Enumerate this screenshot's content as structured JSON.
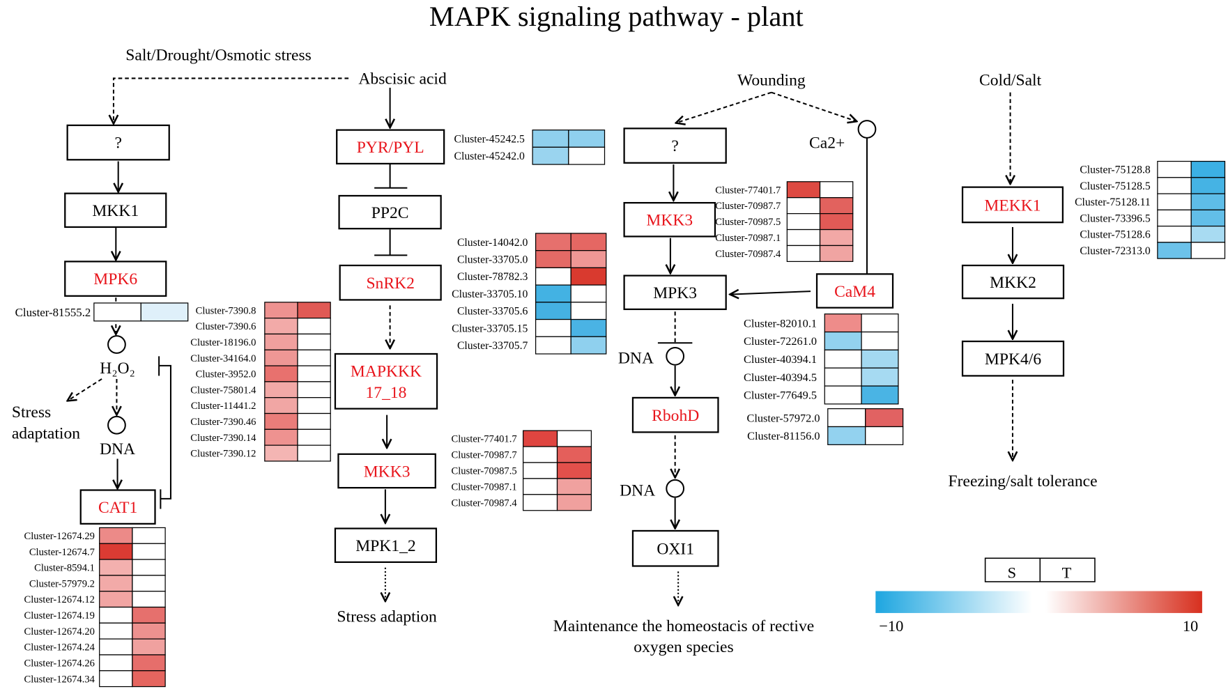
{
  "title": "MAPK signaling pathway - plant",
  "stimuli": {
    "salt_drought": "Salt/Drought/Osmotic stress",
    "abscisic_acid": "Abscisic acid",
    "wounding": "Wounding",
    "cold_salt": "Cold/Salt",
    "ca2": "Ca2+"
  },
  "nodes": {
    "unknown_left": {
      "label": "?",
      "highlighted": false
    },
    "mkk1": {
      "label": "MKK1",
      "highlighted": false
    },
    "mpk6": {
      "label": "MPK6",
      "highlighted": true
    },
    "cat1": {
      "label": "CAT1",
      "highlighted": true
    },
    "pyr_pyl": {
      "label": "PYR/PYL",
      "highlighted": true
    },
    "pp2c": {
      "label": "PP2C",
      "highlighted": false
    },
    "snrk2": {
      "label": "SnRK2",
      "highlighted": true
    },
    "mapkkk17_18": {
      "label_line1": "MAPKKK",
      "label_line2": "17_18",
      "highlighted": true
    },
    "mkk3_aba": {
      "label": "MKK3",
      "highlighted": true
    },
    "mpk1_2": {
      "label": "MPK1_2",
      "highlighted": false
    },
    "unknown_wound": {
      "label": "?",
      "highlighted": false
    },
    "mkk3_wound": {
      "label": "MKK3",
      "highlighted": true
    },
    "mpk3": {
      "label": "MPK3",
      "highlighted": false
    },
    "cam4": {
      "label": "CaM4",
      "highlighted": true
    },
    "rbohd": {
      "label": "RbohD",
      "highlighted": true
    },
    "oxi1": {
      "label": "OXI1",
      "highlighted": false
    },
    "mekk1": {
      "label": "MEKK1",
      "highlighted": true
    },
    "mkk2": {
      "label": "MKK2",
      "highlighted": false
    },
    "mpk4_6": {
      "label": "MPK4/6",
      "highlighted": false
    }
  },
  "intermediates": {
    "h2o2": "H₂O₂",
    "dna_left": "DNA",
    "dna_mid": "DNA",
    "dna_lower": "DNA"
  },
  "outcomes": {
    "stress_adaptation_line1": "Stress",
    "stress_adaptation_line2": "adaptation",
    "stress_adaption": "Stress adaption",
    "ros_line1": "Maintenance the homeostacis of rective",
    "ros_line2": "oxygen species",
    "freezing": "Freezing/salt tolerance"
  },
  "heatmaps": {
    "mpk6_row": {
      "rows": [
        {
          "cluster": "Cluster-81555.2",
          "S": "#ffffff",
          "T": "#dff0fa"
        }
      ]
    },
    "h2o2_mpk6": {
      "rows": [
        {
          "cluster": "Cluster-7390.8",
          "S": "#ee9290",
          "T": "#e05a55"
        },
        {
          "cluster": "Cluster-7390.6",
          "S": "#f2aaa8",
          "T": "#ffffff"
        },
        {
          "cluster": "Cluster-18196.0",
          "S": "#f0a09e",
          "T": "#ffffff"
        },
        {
          "cluster": "Cluster-34164.0",
          "S": "#ee9795",
          "T": "#ffffff"
        },
        {
          "cluster": "Cluster-3952.0",
          "S": "#e8716e",
          "T": "#ffffff"
        },
        {
          "cluster": "Cluster-75801.4",
          "S": "#f2a9a7",
          "T": "#ffffff"
        },
        {
          "cluster": "Cluster-11441.2",
          "S": "#f1a6a4",
          "T": "#ffffff"
        },
        {
          "cluster": "Cluster-7390.46",
          "S": "#ea7d7a",
          "T": "#ffffff"
        },
        {
          "cluster": "Cluster-7390.14",
          "S": "#ee9290",
          "T": "#ffffff"
        },
        {
          "cluster": "Cluster-7390.12",
          "S": "#f4b5b3",
          "T": "#ffffff"
        }
      ]
    },
    "cat1": {
      "rows": [
        {
          "cluster": "Cluster-12674.29",
          "S": "#ec8a88",
          "T": "#ffffff"
        },
        {
          "cluster": "Cluster-12674.7",
          "S": "#db3b33",
          "T": "#ffffff"
        },
        {
          "cluster": "Cluster-8594.1",
          "S": "#f3b0ae",
          "T": "#ffffff"
        },
        {
          "cluster": "Cluster-57979.2",
          "S": "#f2aaa8",
          "T": "#ffffff"
        },
        {
          "cluster": "Cluster-12674.12",
          "S": "#f1a5a3",
          "T": "#ffffff"
        },
        {
          "cluster": "Cluster-12674.19",
          "S": "#ffffff",
          "T": "#e6706d"
        },
        {
          "cluster": "Cluster-12674.20",
          "S": "#ffffff",
          "T": "#ed918f"
        },
        {
          "cluster": "Cluster-12674.24",
          "S": "#ffffff",
          "T": "#f0a19f"
        },
        {
          "cluster": "Cluster-12674.26",
          "S": "#ffffff",
          "T": "#e66e6b"
        },
        {
          "cluster": "Cluster-12674.34",
          "S": "#ffffff",
          "T": "#e5655f"
        }
      ]
    },
    "pyr_pyl": {
      "rows": [
        {
          "cluster": "Cluster-45242.5",
          "S": "#8fd0ee",
          "T": "#8fd0ee"
        },
        {
          "cluster": "Cluster-45242.0",
          "S": "#9ad4ef",
          "T": "#ffffff"
        }
      ]
    },
    "snrk2": {
      "rows": [
        {
          "cluster": "Cluster-14042.0",
          "S": "#e6706d",
          "T": "#e56763"
        },
        {
          "cluster": "Cluster-33705.0",
          "S": "#e46a66",
          "T": "#ef9795"
        },
        {
          "cluster": "Cluster-78782.3",
          "S": "#ffffff",
          "T": "#d93a2f"
        },
        {
          "cluster": "Cluster-33705.10",
          "S": "#43b2e3",
          "T": "#ffffff"
        },
        {
          "cluster": "Cluster-33705.6",
          "S": "#45b1e2",
          "T": "#ffffff"
        },
        {
          "cluster": "Cluster-33705.15",
          "S": "#ffffff",
          "T": "#4ab3e4"
        },
        {
          "cluster": "Cluster-33705.7",
          "S": "#ffffff",
          "T": "#8fd0ee"
        }
      ]
    },
    "mkk3_aba": {
      "rows": [
        {
          "cluster": "Cluster-77401.7",
          "S": "#df4540",
          "T": "#ffffff"
        },
        {
          "cluster": "Cluster-70987.7",
          "S": "#ffffff",
          "T": "#e45f5b"
        },
        {
          "cluster": "Cluster-70987.5",
          "S": "#ffffff",
          "T": "#e2504b"
        },
        {
          "cluster": "Cluster-70987.1",
          "S": "#ffffff",
          "T": "#f0a19f"
        },
        {
          "cluster": "Cluster-70987.4",
          "S": "#ffffff",
          "T": "#f0a09e"
        }
      ]
    },
    "mkk3_wound": {
      "rows": [
        {
          "cluster": "Cluster-77401.7",
          "S": "#dd4a42",
          "T": "#ffffff"
        },
        {
          "cluster": "Cluster-70987.7",
          "S": "#ffffff",
          "T": "#e2625e"
        },
        {
          "cluster": "Cluster-70987.5",
          "S": "#ffffff",
          "T": "#e25a56"
        },
        {
          "cluster": "Cluster-70987.1",
          "S": "#ffffff",
          "T": "#f2a8a6"
        },
        {
          "cluster": "Cluster-70987.4",
          "S": "#ffffff",
          "T": "#f0a4a2"
        }
      ]
    },
    "cam4": {
      "rows": [
        {
          "cluster": "Cluster-82010.1",
          "S": "#ee8c8a",
          "T": "#ffffff"
        },
        {
          "cluster": "Cluster-72261.0",
          "S": "#93d2ef",
          "T": "#ffffff"
        },
        {
          "cluster": "Cluster-40394.1",
          "S": "#ffffff",
          "T": "#a3d9f1"
        },
        {
          "cluster": "Cluster-40394.5",
          "S": "#ffffff",
          "T": "#a6daf2"
        },
        {
          "cluster": "Cluster-77649.5",
          "S": "#ffffff",
          "T": "#4ab4e4"
        }
      ]
    },
    "rbohd": {
      "rows": [
        {
          "cluster": "Cluster-57972.0",
          "S": "#ffffff",
          "T": "#e16262"
        },
        {
          "cluster": "Cluster-81156.0",
          "S": "#93d2ef",
          "T": "#ffffff"
        }
      ]
    },
    "mekk1": {
      "rows": [
        {
          "cluster": "Cluster-75128.8",
          "S": "#ffffff",
          "T": "#3cb0e4"
        },
        {
          "cluster": "Cluster-75128.5",
          "S": "#ffffff",
          "T": "#45b3e4"
        },
        {
          "cluster": "Cluster-75128.11",
          "S": "#ffffff",
          "T": "#5ebde8"
        },
        {
          "cluster": "Cluster-73396.5",
          "S": "#ffffff",
          "T": "#62bee8"
        },
        {
          "cluster": "Cluster-75128.6",
          "S": "#ffffff",
          "T": "#a8dbf2"
        },
        {
          "cluster": "Cluster-72313.0",
          "S": "#6cc2ea",
          "T": "#ffffff"
        }
      ]
    }
  },
  "legend": {
    "columns": [
      "S",
      "T"
    ],
    "min_label": "−10",
    "max_label": "10",
    "low_color": "#1ea6e0",
    "mid_color": "#ffffff",
    "high_color": "#d7301f"
  },
  "colors": {
    "highlighted": "#e8141b",
    "normal": "#000000"
  }
}
